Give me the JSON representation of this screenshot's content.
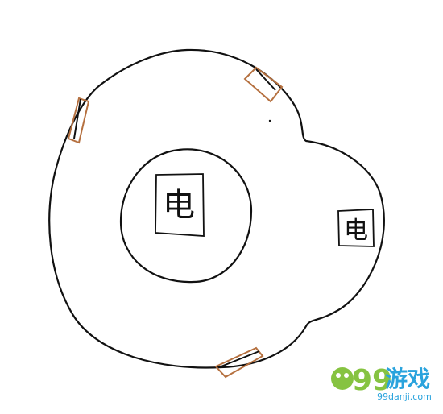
{
  "sketch": {
    "inner_label": "电",
    "side_label": "电",
    "colors": {
      "ink": "#111111",
      "marker": "#b5703f",
      "background": "#ffffff"
    }
  },
  "watermark": {
    "number": "99",
    "name": "游戏",
    "url": "99danji.com",
    "colors": {
      "green": "#86c341",
      "blue": "#2aa3dd"
    }
  }
}
